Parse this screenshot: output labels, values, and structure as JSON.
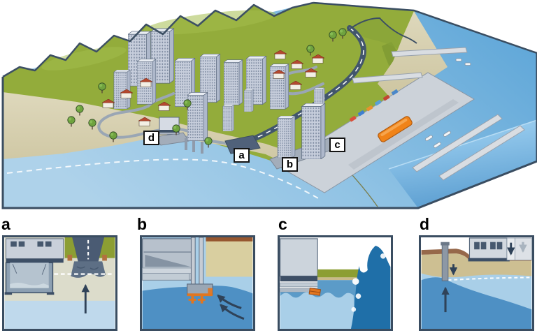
{
  "map": {
    "labels": [
      {
        "id": "a",
        "text": "a"
      },
      {
        "id": "b",
        "text": "b"
      },
      {
        "id": "c",
        "text": "c"
      },
      {
        "id": "d",
        "text": "d"
      }
    ],
    "features": [
      "mountains",
      "coastal-city-towers",
      "residential-houses",
      "trees",
      "coastal-highway",
      "local-roads",
      "beach",
      "sea",
      "harbor-quay",
      "cargo-ship",
      "piers",
      "breakwaters",
      "small-boats",
      "parked-cars"
    ]
  },
  "panels": [
    {
      "letter": "a",
      "icons": [
        "upward-arrow"
      ]
    },
    {
      "letter": "b",
      "icons": [
        "curved-upward-arrow",
        "curved-upward-arrow"
      ]
    },
    {
      "letter": "c",
      "icons": [
        "breaking-wave"
      ]
    },
    {
      "letter": "d",
      "icons": [
        "downward-arrow",
        "upward-arrow",
        "downward-arrow",
        "downward-arrow"
      ]
    }
  ],
  "colors": {
    "outline": "#3a4d61",
    "sea_near": "#aed2ea",
    "sea_deep": "#5ea6d8",
    "sea_face_light": "#a8d8f6",
    "land_green": "#93ac3b",
    "land_green_light": "#a4bd4d",
    "land_green_dark": "#7e9a33",
    "beach": "#d9d3b4",
    "building_front": "#c7cedc",
    "building_side": "#aeb8cb",
    "building_top": "#e9edf3",
    "house_wall": "#f3efe4",
    "house_roof": "#b5492f",
    "tree_green": "#6fa33f",
    "highway": "#42566c",
    "local_road": "#9aa6b4",
    "quay": "#ccd2d9",
    "ship_orange": "#f08318",
    "label_bg": "#ffffff",
    "label_text": "#000000",
    "panel_border": "#3a4d61",
    "soil_beige": "#dcdccb",
    "soil_tan": "#d9cfa0",
    "soil_brown": "#96684a",
    "grass": "#8c9e33",
    "water_light": "#a9cfe8",
    "water_mid": "#5b9bc8",
    "water_deep": "#4e90c4",
    "wave_dark": "#1f6fa8",
    "corrosion_orange": "#e2761f",
    "arrow_dark": "#2f4258",
    "arrow_gray": "#a9b4bf"
  }
}
